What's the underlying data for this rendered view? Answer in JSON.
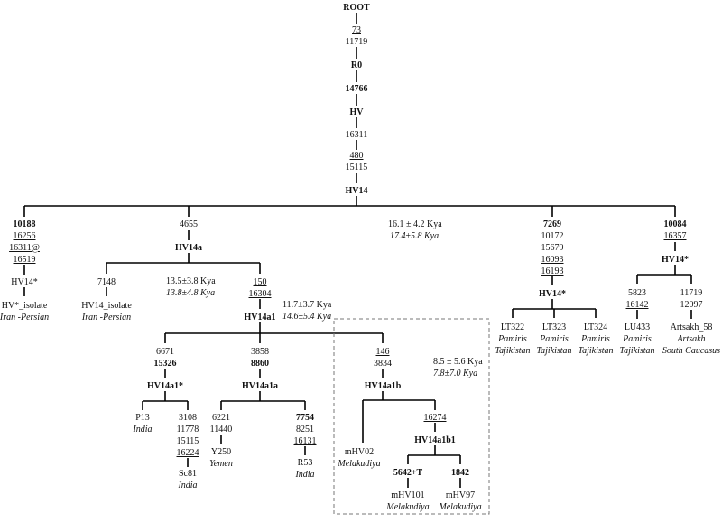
{
  "root": {
    "label": "ROOT",
    "mut_73": "73",
    "mut_11719": "11719",
    "R0": "R0",
    "mut_14766": "14766",
    "HV": "HV",
    "mut_16311": "16311",
    "mut_480": "480",
    "mut_15115": "15115",
    "HV14": "HV14"
  },
  "branch1": {
    "m1": "10188",
    "m2": "16256",
    "m3": "16311@",
    "m4": "16519",
    "node": "HV14*",
    "sample": "HV*_isolate",
    "origin": "Iran -Persian"
  },
  "branch2": {
    "m1": "4655",
    "node": "HV14a",
    "age1": "13.5±3.8 Kya",
    "age2": "13.8±4.8 Kya",
    "left_m": "7148",
    "left_sample": "HV14_isolate",
    "left_origin": "Iran -Persian",
    "right_m1": "150",
    "right_m2": "16304",
    "sub_age1": "11.7±3.7 Kya",
    "sub_age2": "14.6±5.4 Kya",
    "sub_node": "HV14a1"
  },
  "hv14_age": {
    "age1": "16.1 ± 4.2  Kya",
    "age2": "17.4±5.8 Kya"
  },
  "hv14a1_children": {
    "c1_m1": "6671",
    "c1_m2": "15326",
    "c1_node": "HV14a1*",
    "c1_l_sample": "P13",
    "c1_l_origin": "India",
    "c1_r_m1": "3108",
    "c1_r_m2": "11778",
    "c1_r_m3": "15115",
    "c1_r_m4": "16224",
    "c1_r_sample": "Sc81",
    "c1_r_origin": "India",
    "c2_m1": "3858",
    "c2_m2": "8860",
    "c2_node": "HV14a1a",
    "c2_l_m1": "6221",
    "c2_l_m2": "11440",
    "c2_l_sample": "Y250",
    "c2_l_origin": "Yemen",
    "c2_r_m1": "7754",
    "c2_r_m2": "8251",
    "c2_r_m3": "16131",
    "c2_r_sample": "R53",
    "c2_r_origin": "India",
    "c3_m1": "146",
    "c3_m2": "3834",
    "c3_age1": "8.5 ± 5.6 Kya",
    "c3_age2": "7.8±7.0 Kya",
    "c3_node": "HV14a1b",
    "c3_l_sample": "mHV02",
    "c3_l_origin": "Melakudiya",
    "c3_r_m1": "16274",
    "c3_r_node": "HV14a1b1",
    "c3_rl_m": "5642+T",
    "c3_rl_sample": "mHV101",
    "c3_rl_origin": "Melakudiya",
    "c3_rr_m": "1842",
    "c3_rr_sample": "mHV97",
    "c3_rr_origin": "Melakudiya"
  },
  "branch3": {
    "m1": "7269",
    "m2": "10172",
    "m3": "15679",
    "m4": "16093",
    "m5": "16193",
    "node": "HV14*",
    "s1": "LT322",
    "s1_o1": "Pamiris",
    "s1_o2": "Tajikistan",
    "s2": "LT323",
    "s2_o1": "Pamiris",
    "s2_o2": "Tajikistan",
    "s3": "LT324",
    "s3_o1": "Pamiris",
    "s3_o2": "Tajikistan"
  },
  "branch4": {
    "m1": "10084",
    "m2": "16357",
    "node": "HV14*",
    "l_m1": "5823",
    "l_m2": "16142",
    "l_sample": "LU433",
    "l_o1": "Pamiris",
    "l_o2": "Tajikistan",
    "r_m1": "11719",
    "r_m2": "12097",
    "r_sample": "Artsakh_58",
    "r_o1": "Artsakh",
    "r_o2": "South Caucasus"
  }
}
